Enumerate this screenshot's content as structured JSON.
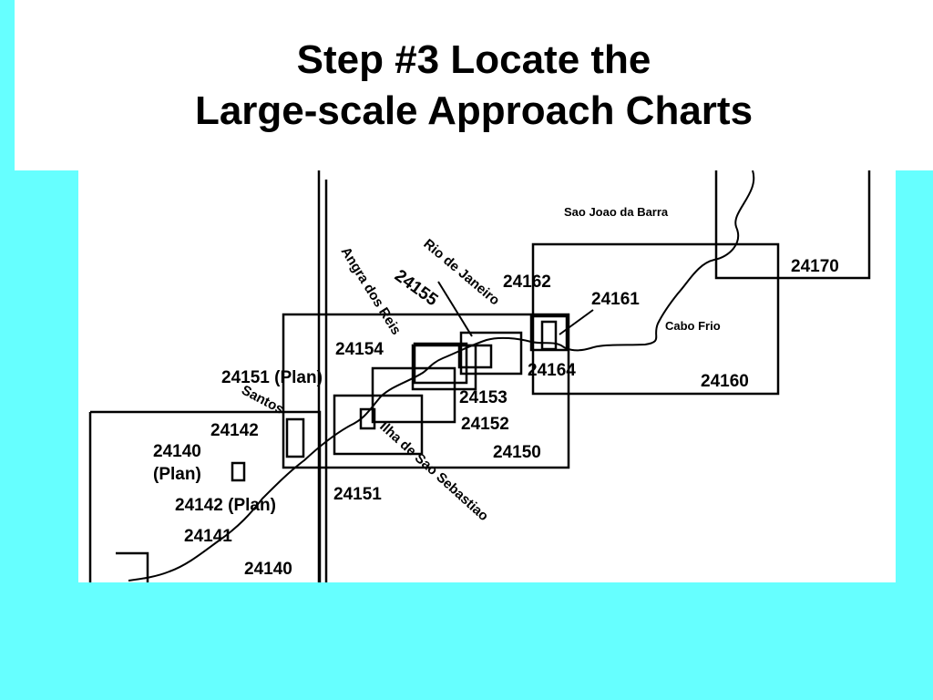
{
  "slide": {
    "title_line1": "Step #3 Locate the",
    "title_line2": "Large-scale Approach Charts"
  },
  "colors": {
    "background": "#66ffff",
    "panel": "#ffffff",
    "ink": "#000000"
  },
  "map": {
    "chart_labels": {
      "c24170": "24170",
      "c24162": "24162",
      "c24161": "24161",
      "c24155": "24155",
      "c24154": "24154",
      "c24164": "24164",
      "c24160": "24160",
      "c24151_plan": "24151 (Plan)",
      "c24153": "24153",
      "c24152": "24152",
      "c24142": "24142",
      "c24140_plan_line1": "24140",
      "c24140_plan_line2": "(Plan)",
      "c24150": "24150",
      "c24151": "24151",
      "c24142_plan": "24142 (Plan)",
      "c24141": "24141",
      "c24140": "24140"
    },
    "place_labels": {
      "sao_joao": "Sao Joao da Barra",
      "rio": "Rio de Janeiro",
      "angra": "Angra dos Reis",
      "cabo_frio": "Cabo Frio",
      "santos": "Santos",
      "ilha": "Ilha de Sao Sebastiao"
    }
  }
}
